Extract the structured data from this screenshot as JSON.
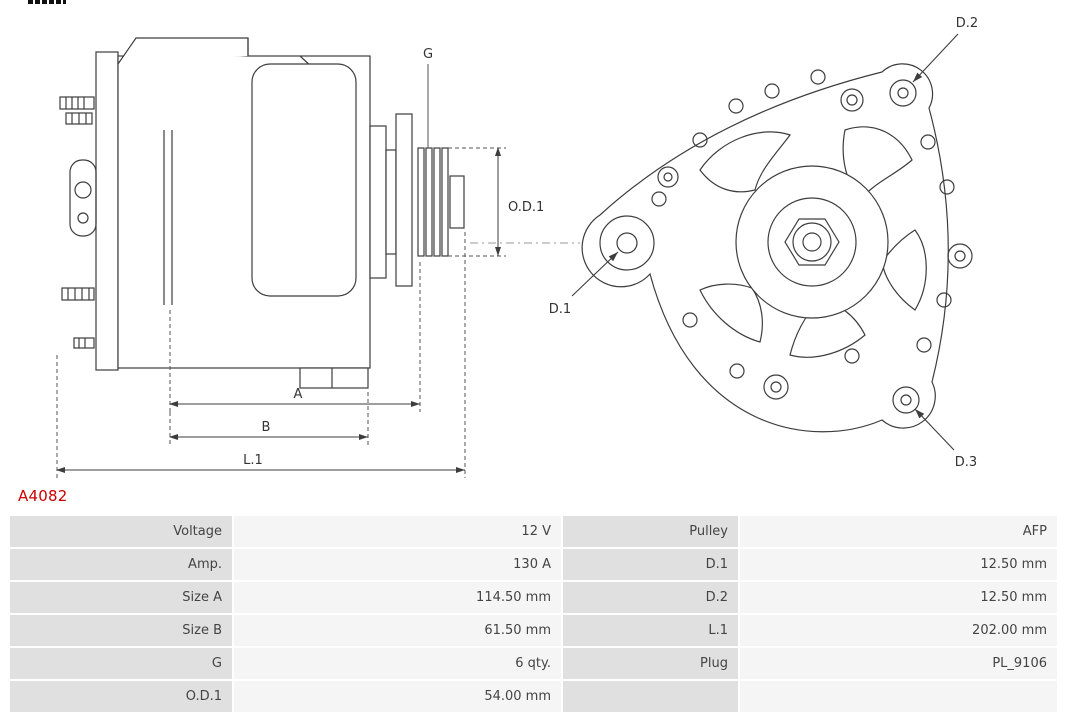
{
  "part": {
    "number": "A4082"
  },
  "diagram": {
    "side_view": {
      "label_g": "G",
      "label_od1": "O.D.1",
      "label_a": "A",
      "label_b": "B",
      "label_l1": "L.1"
    },
    "front_view": {
      "label_d1": "D.1",
      "label_d2": "D.2",
      "label_d3": "D.3"
    }
  },
  "spec_table": {
    "rows": [
      {
        "label_left": "Voltage",
        "value_left": "12 V",
        "label_right": "Pulley",
        "value_right": "AFP"
      },
      {
        "label_left": "Amp.",
        "value_left": "130 A",
        "label_right": "D.1",
        "value_right": "12.50 mm"
      },
      {
        "label_left": "Size A",
        "value_left": "114.50 mm",
        "label_right": "D.2",
        "value_right": "12.50 mm"
      },
      {
        "label_left": "Size B",
        "value_left": "61.50 mm",
        "label_right": "L.1",
        "value_right": "202.00 mm"
      },
      {
        "label_left": "G",
        "value_left": "6 qty.",
        "label_right": "Plug",
        "value_right": "PL_9106"
      },
      {
        "label_left": "O.D.1",
        "value_left": "54.00 mm",
        "label_right": "",
        "value_right": ""
      }
    ]
  },
  "colors": {
    "part_number": "#cc0000",
    "label_cell_bg": "#e0e0e0",
    "value_cell_bg": "#f5f5f5",
    "line": "#3d3d3d"
  }
}
